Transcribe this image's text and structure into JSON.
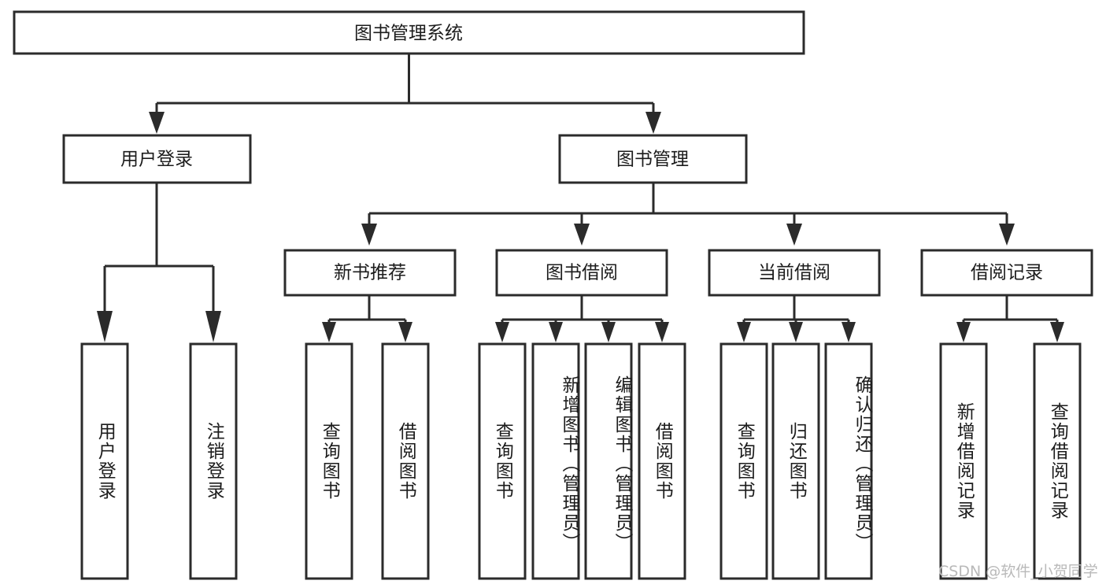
{
  "diagram": {
    "title": "图书管理系统",
    "watermark": "CSDN @软件_小贺同学",
    "colors": {
      "stroke": "#2b2b2b",
      "fill": "#ffffff",
      "text": "#1c1c1c",
      "watermark": "#b9b9b9"
    },
    "levels": {
      "root": {
        "label": "图书管理系统"
      },
      "level2": [
        {
          "label": "用户登录"
        },
        {
          "label": "图书管理"
        }
      ],
      "level3": [
        {
          "label": "新书推荐"
        },
        {
          "label": "图书借阅"
        },
        {
          "label": "当前借阅"
        },
        {
          "label": "借阅记录"
        }
      ],
      "leaves": {
        "user_login": [
          {
            "label": "用户登录"
          },
          {
            "label": "注销登录"
          }
        ],
        "new_book_recommend": [
          {
            "label": "查询图书"
          },
          {
            "label": "借阅图书"
          }
        ],
        "book_borrow": [
          {
            "label": "查询图书"
          },
          {
            "label": "新增图书（管理员）"
          },
          {
            "label": "编辑图书（管理员）"
          },
          {
            "label": "借阅图书"
          }
        ],
        "current_borrow": [
          {
            "label": "查询图书"
          },
          {
            "label": "归还图书"
          },
          {
            "label": "确认归还（管理员）"
          }
        ],
        "borrow_record": [
          {
            "label": "新增借阅记录"
          },
          {
            "label": "查询借阅记录"
          }
        ]
      }
    }
  }
}
